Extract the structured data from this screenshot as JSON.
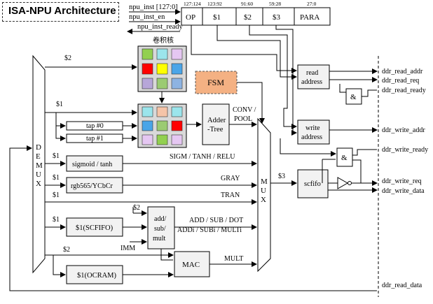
{
  "title": "ISA-NPU Architecture",
  "inputs": {
    "inst": "npu_inst [127:0]",
    "en": "npu_inst_en",
    "ready": "npu_inst_ready"
  },
  "instruction": {
    "fields": [
      {
        "bits": "127:124",
        "name": "OP"
      },
      {
        "bits": "123:92",
        "name": "$1"
      },
      {
        "bits": "91:60",
        "name": "$2"
      },
      {
        "bits": "59:28",
        "name": "$3"
      },
      {
        "bits": "27:0",
        "name": "PARA"
      }
    ]
  },
  "blocks": {
    "demux": "DEMUX",
    "mux": "MUX",
    "kernel_label": "卷积核",
    "fsm": "FSM",
    "adder_tree_1": "Adder",
    "adder_tree_2": "-Tree",
    "tap0": "tap #0",
    "tap1": "tap #1",
    "sigmoid": "sigmoid / tanh",
    "rgb": "rgb565/YCbCr",
    "scfifo_in": "$1(SCFIFO)",
    "ocram": "$1(OCRAM)",
    "alu_1": "add/",
    "alu_2": "sub/",
    "alu_3": "mult",
    "mac": "MAC",
    "read_addr_1": "read",
    "read_addr_2": "address",
    "write_addr_1": "write",
    "write_addr_2": "address",
    "and_gate": "&",
    "scfifo_out": "scfifo"
  },
  "labels": {
    "d2_top": "$2",
    "d1_conv": "$1",
    "d1_sig": "$1",
    "d1_rgb": "$1",
    "d1_tran": "$1",
    "d1_scfifo": "$1",
    "d2_alu": "$2",
    "d2_mac": "$2",
    "d3": "$3",
    "imm": "IMM",
    "conv_pool_1": "CONV /",
    "conv_pool_2": "POOL",
    "sigm": "SIGM / TANH / RELU",
    "gray": "GRAY",
    "tran": "TRAN",
    "add_sub_dot": "ADD / SUB / DOT",
    "addi_subi_multi": "ADDi / SUBi / MULTi",
    "mult": "MULT"
  },
  "ddr": {
    "read_addr": "ddr_read_addr",
    "read_req": "ddr_read_req",
    "read_ready": "ddr_read_ready",
    "write_addr": "ddr_write_addr",
    "write_ready": "ddr_write_ready",
    "write_req": "ddr_write_req",
    "write_data": "ddr_write_data",
    "read_data": "ddr_read_data"
  },
  "colors": {
    "kernel": [
      "#92d050",
      "#9be5ec",
      "#e5c7f2",
      "#ff0000",
      "#ffff00",
      "#4aa5e8",
      "#b7a6d9",
      "#9bcb72",
      "#8db3e2"
    ],
    "conv_window": [
      "#9be5ec",
      "#f5c4a8",
      "#9be5ec",
      "#4aa5e8",
      "#9bcb72",
      "#ff0000",
      "#e5c7f2",
      "#92d050",
      "#e5c7f2"
    ],
    "fsm_fill": "#f4b183",
    "block_fill": "#f2f2f2",
    "grid_fill": "#d9d9d9"
  }
}
